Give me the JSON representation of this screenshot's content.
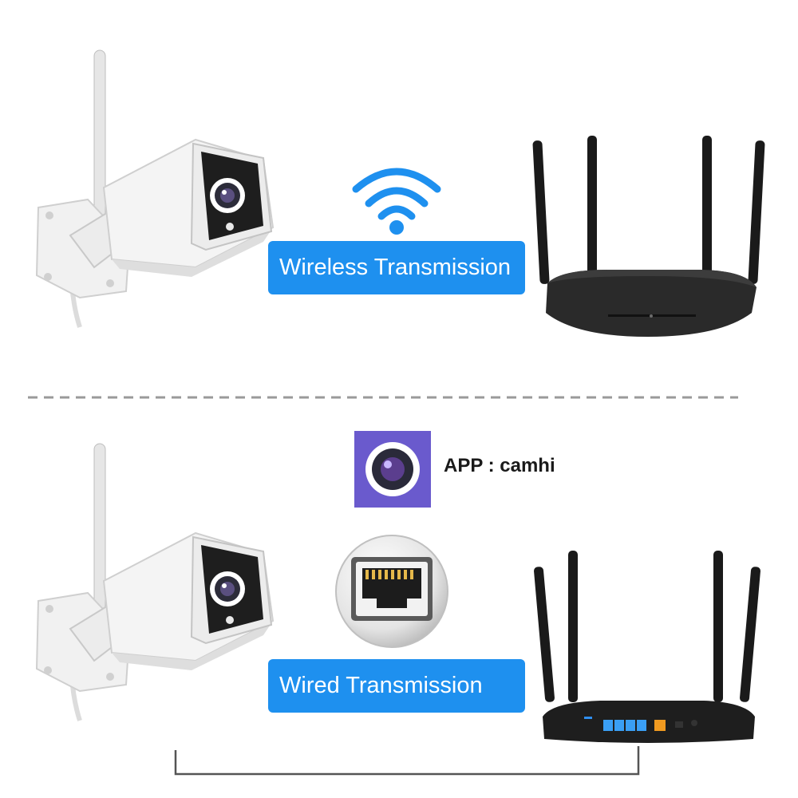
{
  "wireless": {
    "label": "Wireless Transmission",
    "banner_color": "#1e90ef",
    "wifi_color": "#1e90ef"
  },
  "wired": {
    "label": "Wired Transmission",
    "banner_color": "#1e90ef"
  },
  "app": {
    "label": "APP : camhi",
    "icon_bg": "#6a5acd"
  },
  "icons": [
    "camera",
    "wifi-icon",
    "router",
    "app-camera-icon",
    "ethernet-port-icon"
  ]
}
